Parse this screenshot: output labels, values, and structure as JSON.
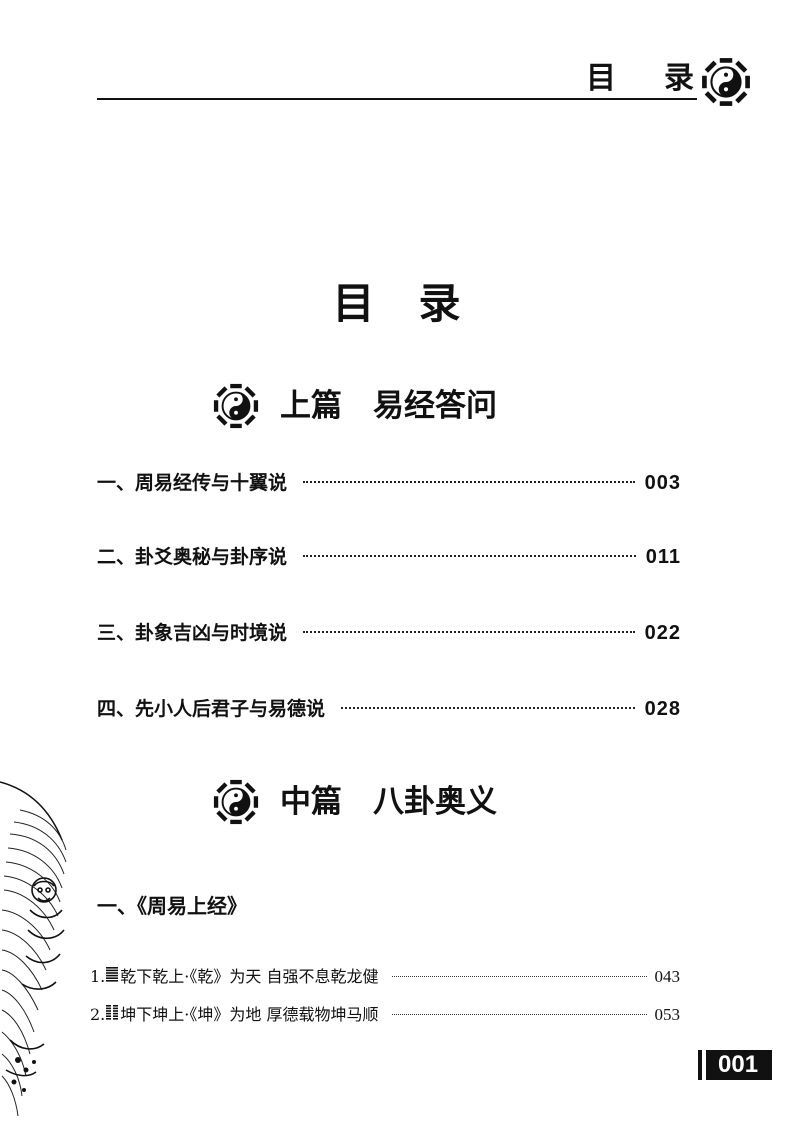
{
  "header": {
    "chars": [
      "目",
      "录"
    ],
    "icon": "bagua-icon"
  },
  "title": "目录",
  "sections": [
    {
      "icon": "bagua-icon",
      "title": "上篇　易经答问",
      "entries": [
        {
          "label": "一、周易经传与十翼说",
          "page": "003"
        },
        {
          "label": "二、卦爻奥秘与卦序说",
          "page": "011"
        },
        {
          "label": "三、卦象吉凶与时境说",
          "page": "022"
        },
        {
          "label": "四、先小人后君子与易德说",
          "page": "028"
        }
      ]
    },
    {
      "icon": "bagua-icon",
      "title": "中篇　八卦奥义",
      "subtitle": "一、《周易上经》",
      "entries": [
        {
          "num": "1.",
          "hexagram": "qian",
          "label": "乾下乾上·《乾》为天 自强不息乾龙健",
          "page": "043"
        },
        {
          "num": "2.",
          "hexagram": "kun",
          "label": "坤下坤上·《坤》为地 厚德载物坤马顺",
          "page": "053"
        }
      ]
    }
  ],
  "page_number": "001",
  "colors": {
    "ink": "#111111",
    "paper": "#ffffff"
  }
}
